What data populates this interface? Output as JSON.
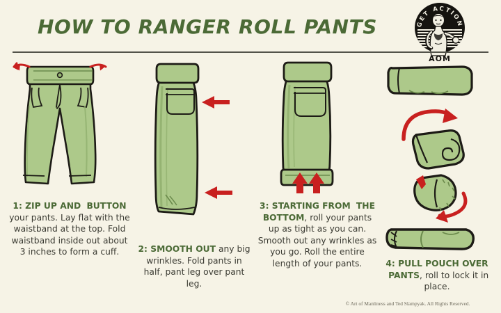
{
  "header": {
    "title": "HOW TO RANGER ROLL PANTS",
    "logo": {
      "arc_text": "GET ACTION",
      "brand": "AOM",
      "badge_color": "#15130f"
    }
  },
  "palette": {
    "background": "#f6f3e6",
    "title_green": "#4b6a36",
    "body_text": "#3b3b33",
    "pants_fill": "#adc98a",
    "pants_shadow": "#96b673",
    "outline": "#1d1b16",
    "arrow_red": "#c8201f",
    "rule": "#53534a"
  },
  "steps": [
    {
      "number": "1",
      "heading": "1: ZIP UP AND BUTTON",
      "heading_lead": "1: ZIP UP AND",
      "heading_tail": "BUTTON",
      "body": " your pants. Lay flat with the waistband at the top. Fold waistband inside out about 3 inches to form a cuff.",
      "illustration": "pants-laid-flat",
      "arrows": [
        "waistband-left-fold-arrow",
        "waistband-right-fold-arrow"
      ]
    },
    {
      "number": "2",
      "heading": "2: SMOOTH OUT",
      "body": " any big wrinkles. Fold pants in half, pant leg over pant leg.",
      "illustration": "pants-folded-in-half",
      "arrows": [
        "smooth-arrow-upper",
        "smooth-arrow-lower"
      ]
    },
    {
      "number": "3",
      "heading": "3: STARTING FROM THE BOTTOM",
      "heading_lead": "3: STARTING FROM",
      "heading_tail": "THE BOTTOM",
      "body": ", roll your pants up as tight as you can. Smooth out any wrinkles as you go. Roll the entire length of your pants.",
      "illustration": "pants-folded-with-cuff",
      "arrows": [
        "roll-up-arrow-left",
        "roll-up-arrow-right"
      ]
    },
    {
      "number": "4",
      "heading": "4: PULL POUCH OVER PANTS",
      "heading_lead": "4: PULL POUCH OVER",
      "heading_tail": "PANTS",
      "body": ", roll to lock it in place.",
      "illustration": "roll-and-pouch-sequence",
      "stages": [
        "rolled-bundle",
        "bundle-rolling-with-curved-arrow",
        "pouch-pulled-over-with-curved-arrow",
        "finished-ranger-roll"
      ],
      "arrows": [
        "curved-arrow-roll",
        "curved-arrow-pouch"
      ]
    }
  ],
  "footer": {
    "copyright": "© Art of Manliness and Ted Slampyak. All Rights Reserved."
  }
}
